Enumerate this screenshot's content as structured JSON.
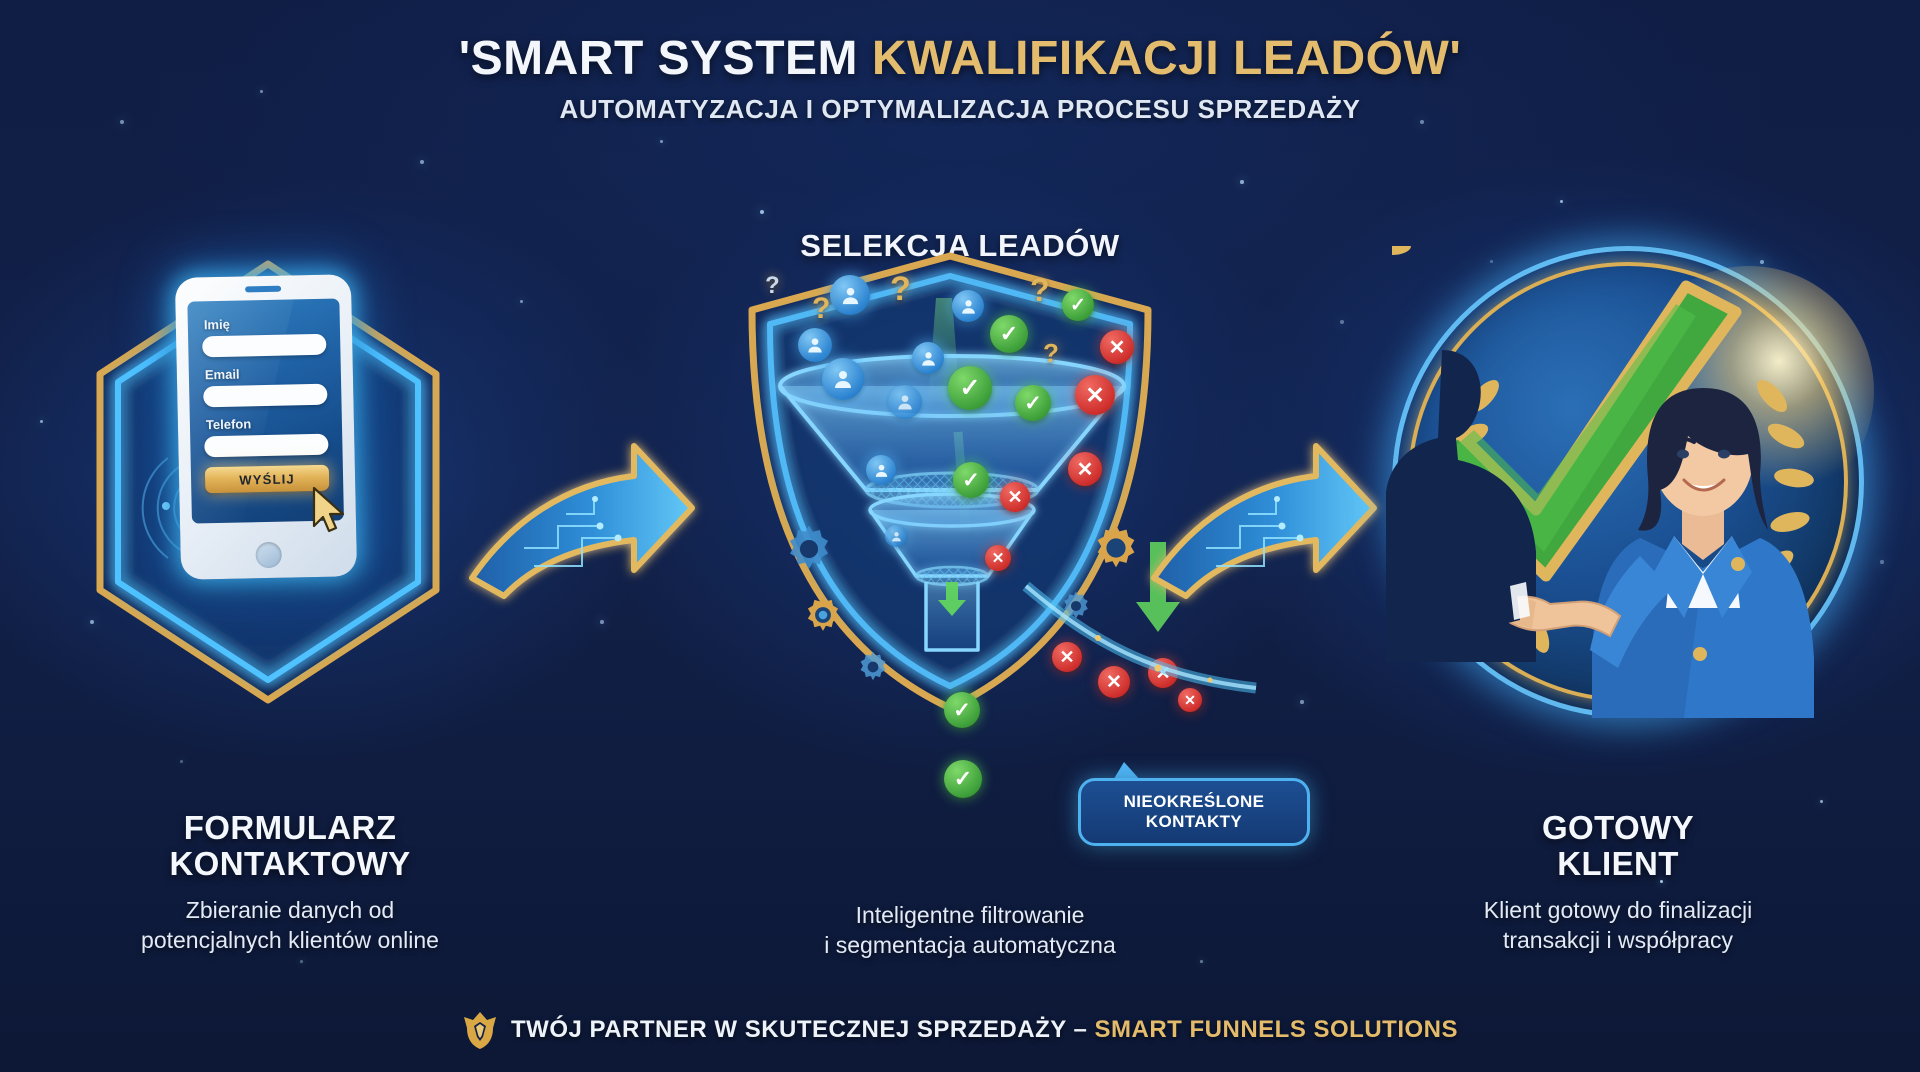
{
  "header": {
    "title_white": "'SMART SYSTEM ",
    "title_gold": "KWALIFIKACJI LEADÓW'",
    "subtitle": "AUTOMATYZACJA I OPTYMALIZACJA PROCESU SPRZEDAŻY"
  },
  "colors": {
    "background": "#12214a",
    "gold": "#e4bc6d",
    "gold_deep": "#d9a441",
    "neon_blue": "#4fb2f0",
    "check_green": "#3ea03a",
    "cross_red": "#cf2f2c",
    "text_white": "#f3f6fb"
  },
  "stages": [
    {
      "id": "form",
      "heading": "",
      "caption_title_line1": "FORMULARZ",
      "caption_title_line2": "KONTAKTOWY",
      "caption_desc_line1": "Zbieranie danych od",
      "caption_desc_line2": "potencjalnych klientów online",
      "phone": {
        "fields": [
          {
            "label": "Imię",
            "value": ""
          },
          {
            "label": "Email",
            "value": ""
          },
          {
            "label": "Telefon",
            "value": ""
          }
        ],
        "submit_label": "WYŚLIJ"
      }
    },
    {
      "id": "selection",
      "heading": "SELEKCJA LEADÓW",
      "caption_title_line1": "",
      "caption_title_line2": "",
      "caption_desc_line1": "Inteligentne filtrowanie",
      "caption_desc_line2": "i segmentacja automatyczna",
      "callout_line1": "NIEOKREŚLONE",
      "callout_line2": "KONTAKTY"
    },
    {
      "id": "client",
      "heading": "",
      "caption_title_line1": "GOTOWY",
      "caption_title_line2": "KLIENT",
      "caption_desc_line1": "Klient gotowy do finalizacji",
      "caption_desc_line2": "transakcji i współpracy"
    }
  ],
  "footer": {
    "text_white": "TWÓJ PARTNER W SKUTECZNEJ SPRZEDAŻY – ",
    "text_gold": "SMART FUNNELS SOLUTIONS"
  }
}
